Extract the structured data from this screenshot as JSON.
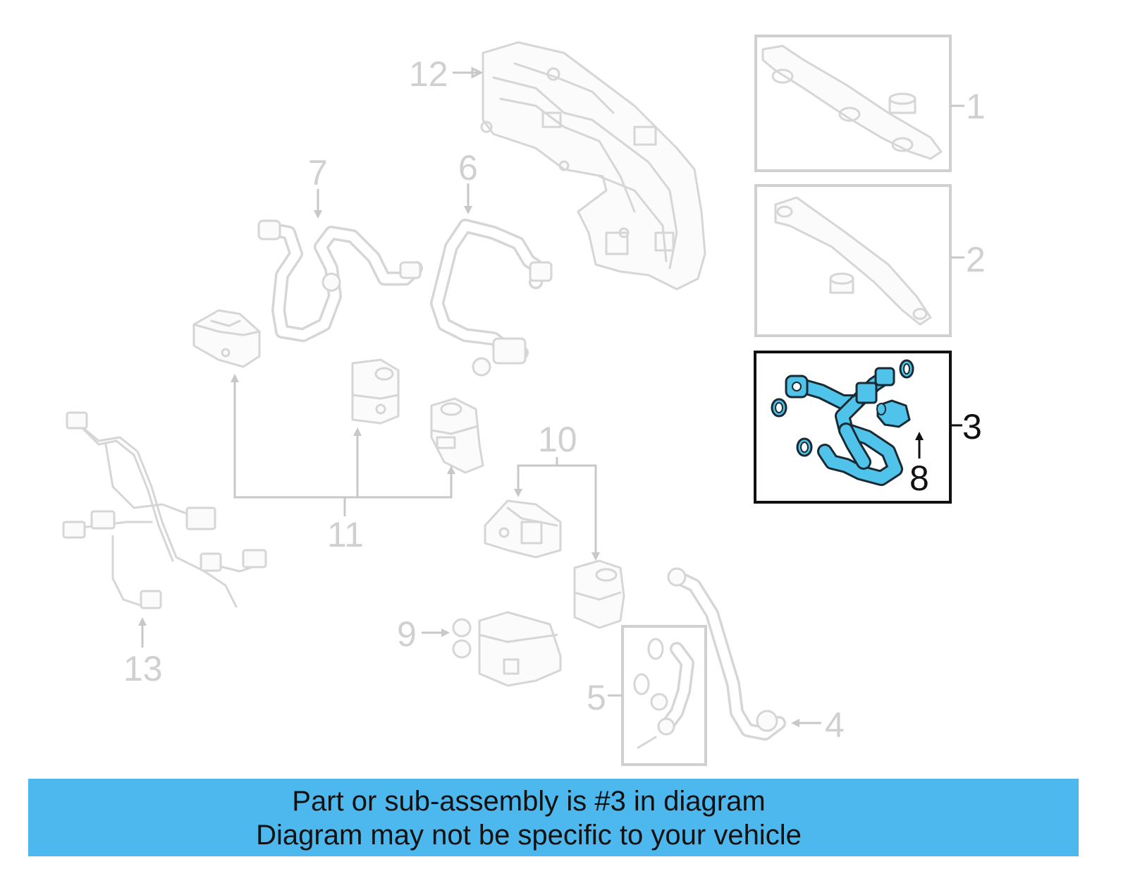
{
  "colors": {
    "highlight": "#4fc3ea",
    "banner_background": "#4db8ee",
    "ghost_stroke": "#d6d6d6",
    "active_outline": "#111111"
  },
  "callouts": {
    "c1": "1",
    "c2": "2",
    "c3": "3",
    "c4": "4",
    "c5": "5",
    "c6": "6",
    "c7": "7",
    "c8": "8",
    "c9": "9",
    "c10": "10",
    "c11": "11",
    "c12": "12",
    "c13": "13"
  },
  "highlighted_part": "3",
  "banner": {
    "line1": "Part or sub-assembly is #3 in diagram",
    "line2": "Diagram may not be specific to your vehicle"
  }
}
